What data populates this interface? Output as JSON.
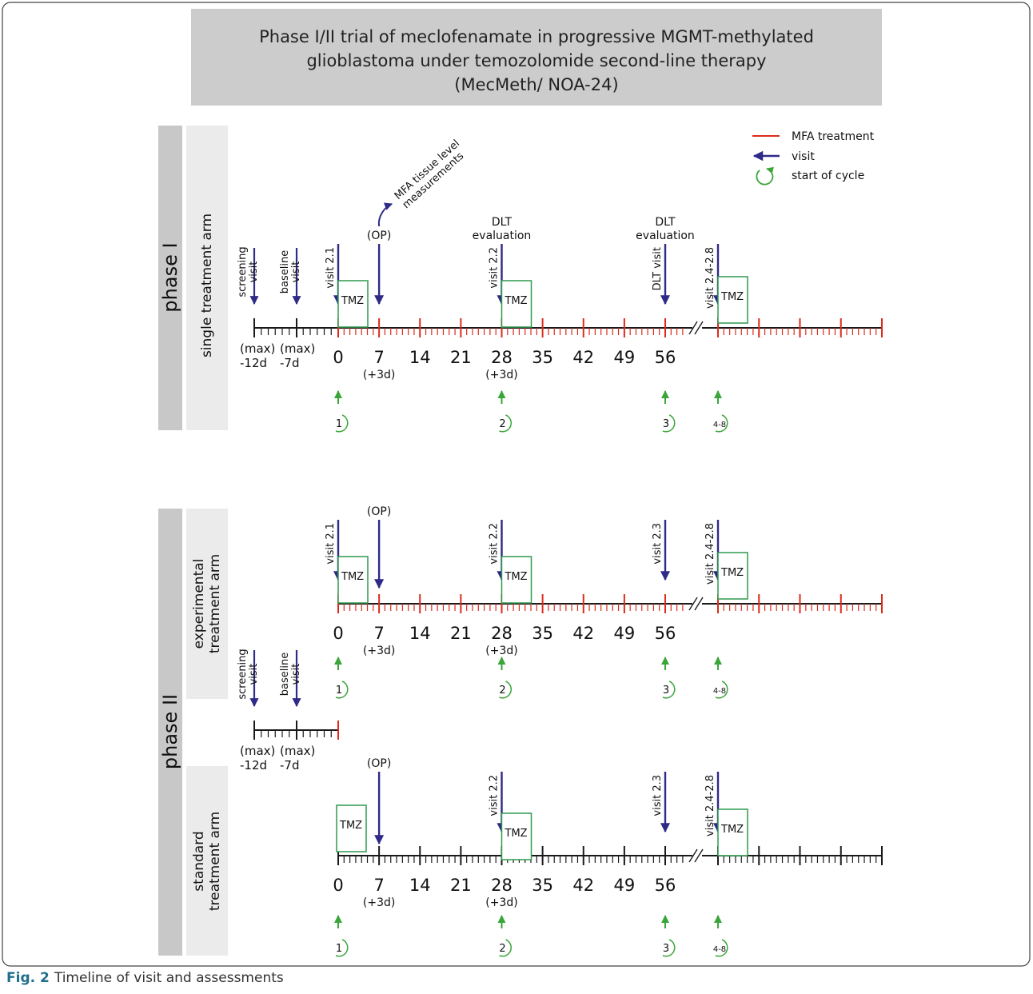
{
  "figure": {
    "title_lines": [
      "Phase I/II trial of meclofenamate in progressive MGMT-methylated",
      "glioblastoma under temozolomide second-line therapy",
      "(MecMeth/ NOA-24)"
    ],
    "caption_label": "Fig. 2",
    "caption_text": "Timeline of visit and assessments"
  },
  "legend": {
    "items": [
      {
        "label": "MFA treatment",
        "symbol": "red-line"
      },
      {
        "label": "visit",
        "symbol": "blue-arrow"
      },
      {
        "label": "start of cycle",
        "symbol": "green-cycle"
      }
    ]
  },
  "colors": {
    "mfa_treatment": "#dd2a1b",
    "visit_arrow": "#2e2a87",
    "cycle_green": "#3aa63a",
    "tmz_box": "#2e9a4f",
    "band_dark": "#c8c8c8",
    "band_light": "#ebebeb",
    "axis": "#1a1a1a"
  },
  "phases": [
    {
      "label": "phase I",
      "arms": [
        "single treatment arm"
      ]
    },
    {
      "label": "phase II",
      "arms": [
        "experimental\ntreatment arm",
        "standard\ntreatment arm"
      ]
    }
  ],
  "axis": {
    "day_ticks": [
      "0",
      "7",
      "14",
      "21",
      "28",
      "35",
      "42",
      "49",
      "56"
    ],
    "extra_labels": {
      "day7": "(+3d)",
      "day28": "(+3d)"
    },
    "pre_labels": [
      {
        "top": "(max)",
        "bottom": "-12d"
      },
      {
        "top": "(max)",
        "bottom": "-7d"
      }
    ]
  },
  "pre_visits": [
    "screening\nvisit",
    "baseline\nvisit"
  ],
  "rows": [
    {
      "name": "phase1-single",
      "mfa": true,
      "visits": [
        "visit 2.1",
        "(OP)",
        "visit 2.2",
        "DLT visit",
        "visit 2.4-2.8"
      ],
      "notes": {
        "op": "MFA tissue level\nmeasurements",
        "dlt1": "DLT\nevaluation",
        "dlt2": "DLT\nevaluation"
      },
      "tmz_label": "TMZ",
      "cycles": [
        "1",
        "2",
        "3",
        "4-8"
      ]
    },
    {
      "name": "phase2-experimental",
      "mfa": true,
      "visits": [
        "visit 2.1",
        "(OP)",
        "visit 2.2",
        "visit 2.3",
        "visit 2.4-2.8"
      ],
      "tmz_label": "TMZ",
      "cycles": [
        "1",
        "2",
        "3",
        "4-8"
      ]
    },
    {
      "name": "phase2-standard",
      "mfa": false,
      "visits": [
        "(OP)",
        "visit 2.2",
        "visit 2.3",
        "visit 2.4-2.8"
      ],
      "tmz_label": "TMZ",
      "cycles": [
        "1",
        "2",
        "3",
        "4-8"
      ]
    }
  ]
}
